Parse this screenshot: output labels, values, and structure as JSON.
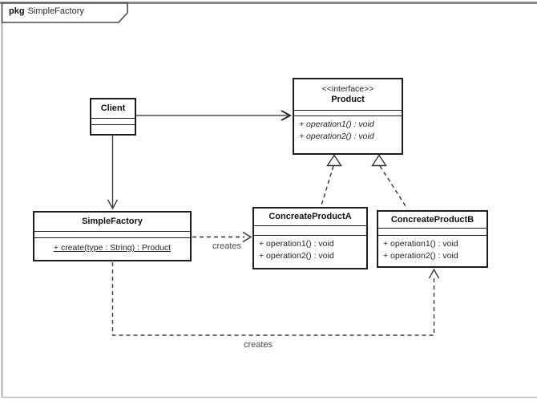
{
  "package": {
    "keyword": "pkg",
    "name": "SimpleFactory"
  },
  "classes": {
    "client": {
      "name": "Client"
    },
    "product": {
      "stereotype": "<<interface>>",
      "name": "Product",
      "operations": [
        "+ operation1() : void",
        "+ operation2() : void"
      ]
    },
    "simple_factory": {
      "name": "SimpleFactory",
      "operations": [
        "+ create(type : String) : Product"
      ]
    },
    "concreate_product_a": {
      "name": "ConcreateProductA",
      "operations": [
        "+ operation1() : void",
        "+ operation2() : void"
      ]
    },
    "concreate_product_b": {
      "name": "ConcreateProductB",
      "operations": [
        "+ operation1() : void",
        "+ operation2() : void"
      ]
    }
  },
  "edges": {
    "client_uses_product": {
      "type": "association"
    },
    "client_to_factory": {
      "type": "association"
    },
    "factory_creates_a": {
      "type": "dependency",
      "label": "creates"
    },
    "factory_creates_b": {
      "type": "dependency",
      "label": "creates"
    },
    "a_realizes_product": {
      "type": "realization"
    },
    "b_realizes_product": {
      "type": "realization"
    }
  },
  "colors": {
    "box_border": "#1c1c1c",
    "frame_border": "#8a8a8a",
    "association_line": "#7a7a7a",
    "dashed_line": "#303030",
    "label_text": "#4a4a4a",
    "background": "#ffffff"
  }
}
